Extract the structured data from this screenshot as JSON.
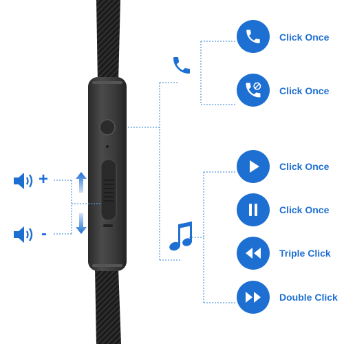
{
  "colors": {
    "accent": "#1E6FD2",
    "cable": "#1f1f1f",
    "remote": "#3a3a3a",
    "label_text": "#1E6FD2",
    "dotted_line": "#5a9be0"
  },
  "call_controls": {
    "group_icon": "phone-icon",
    "buttons": [
      {
        "icon": "phone-answer-icon",
        "label": "Click Once"
      },
      {
        "icon": "phone-reject-icon",
        "label": "Click Once"
      }
    ]
  },
  "music_controls": {
    "group_icon": "music-note-icon",
    "buttons": [
      {
        "icon": "play-icon",
        "label": "Click Once"
      },
      {
        "icon": "pause-icon",
        "label": "Click Once"
      },
      {
        "icon": "rewind-icon",
        "label": "Triple Click"
      },
      {
        "icon": "fast-forward-icon",
        "label": "Double Click"
      }
    ]
  },
  "volume_controls": {
    "up": {
      "icon": "speaker-icon",
      "sign": "+"
    },
    "down": {
      "icon": "speaker-icon",
      "sign": "-"
    },
    "arrow_up_icon": "arrow-up-icon",
    "arrow_down_icon": "arrow-down-icon"
  }
}
